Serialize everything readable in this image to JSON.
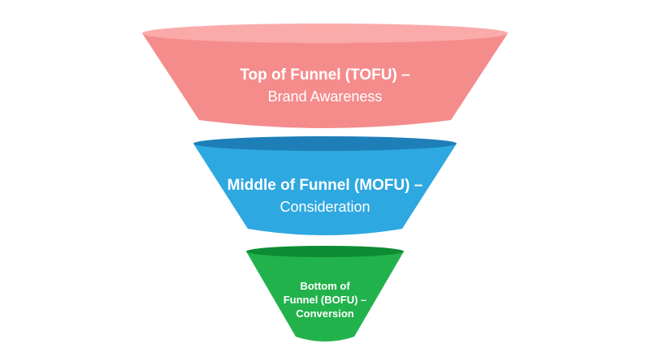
{
  "stages": [
    {
      "id": "tofu",
      "line1": "Top of Funnel (TOFU) –",
      "line2": "Brand Awareness",
      "colors": {
        "top": "#FBAAAA",
        "body": "#F58C8C"
      }
    },
    {
      "id": "mofu",
      "line1": "Middle of Funnel (MOFU) –",
      "line2": "Consideration",
      "colors": {
        "top": "#1E7FB8",
        "body": "#2EA8E0"
      }
    },
    {
      "id": "bofu",
      "line1": "Bottom of",
      "line2": "Funnel (BOFU) –",
      "line3": "Conversion",
      "colors": {
        "top": "#0E8C33",
        "body": "#22B24C"
      }
    }
  ]
}
